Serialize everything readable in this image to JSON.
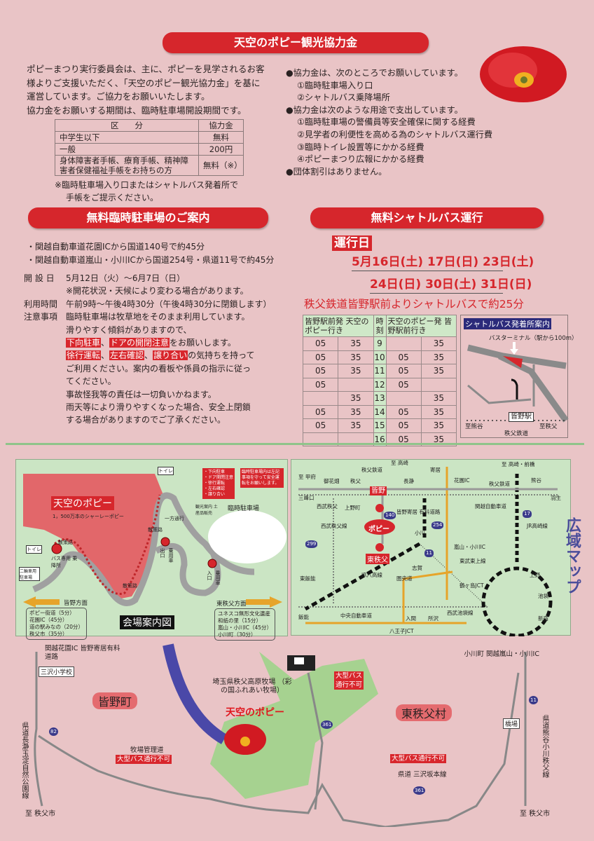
{
  "fee": {
    "title": "天空のポピー観光協力金",
    "intro": [
      "ポピーまつり実行委員会は、主に、ポピーを見学されるお客",
      "様よりご支援いただく、「天空のポピー観光協力金」を基に",
      "運営しています。ご協力をお願いいたします。",
      "協力金をお願いする期間は、臨時駐車場開設期間です。"
    ],
    "table_headers": [
      "区　　分",
      "協力金"
    ],
    "table_rows": [
      {
        "category": "中学生以下",
        "amount": "無料"
      },
      {
        "category": "一般",
        "amount": "200円"
      },
      {
        "category": "身体障害者手帳、療育手帳、精神障害者保健福祉手帳をお持ちの方",
        "amount": "無料（※）"
      }
    ],
    "note": [
      "※臨時駐車場入り口またはシャトルバス発着所で",
      "手帳をご提示ください。"
    ],
    "bullets": [
      "●協力金は、次のところでお願いしています。",
      "①臨時駐車場入り口",
      "②シャトルバス乗降場所",
      "●協力金は次のような用途で支出しています。",
      "①臨時駐車場の警備員等安全確保に関する経費",
      "②見学者の利便性を高める為のシャトルバス運行費",
      "③臨時トイレ設置等にかかる経費",
      "④ポピーまつり広報にかかる経費",
      "●団体割引はありません。"
    ]
  },
  "parking": {
    "title": "無料臨時駐車場のご案内",
    "routes": [
      "・関越自動車道花園ICから国道140号で約45分",
      "・関越自動車道嵐山・小川ICから国道254号・県道11号で約45分"
    ],
    "open_label": "開 設 日",
    "open_value": "5月12日（火）～6月7日（日）",
    "open_note": "※開花状況・天候により変わる場合があります。",
    "hours_label": "利用時間",
    "hours_value": "午前9時～午後4時30分（午後4時30分に閉鎖します）",
    "notes_label": "注意事項",
    "notes": [
      "臨時駐車場は牧草地をそのまま利用しています。",
      "滑りやすく傾斜がありますので、"
    ],
    "hl1": "下向駐車",
    "hl2": "ドアの開閉注意",
    "tail1": "をお願いします。",
    "hl3": "徐行運転",
    "hl4": "左右確認",
    "hl5": "譲り合い",
    "tail2": "の気持ちを持って",
    "notes2": [
      "ご利用ください。案内の看板や係員の指示に従っ",
      "てください。",
      "事故怪我等の責任は一切負いかねます。",
      "雨天等により滑りやすくなった場合、安全上閉鎖",
      "する場合がありますのでご了承ください。"
    ],
    "sep": "、"
  },
  "shuttle": {
    "title": "無料シャトルバス運行",
    "days_label": "運行日",
    "dates_line1": "5月16日(土)  17日(日)  23日(土)",
    "dates_line2": "24日(日)  30日(土)  31日(日)",
    "caption": "秩父鉄道皆野駅前よりシャトルバスで約25分",
    "header_out": "皆野駅前発 天空のポピー行き",
    "header_hour": "時刻",
    "header_ret": "天空のポピー発 皆野駅前行き",
    "rows": [
      {
        "out1": "05",
        "out2": "35",
        "hour": "9",
        "ret1": "",
        "ret2": "35"
      },
      {
        "out1": "05",
        "out2": "35",
        "hour": "10",
        "ret1": "05",
        "ret2": "35"
      },
      {
        "out1": "05",
        "out2": "35",
        "hour": "11",
        "ret1": "05",
        "ret2": "35"
      },
      {
        "out1": "05",
        "out2": "",
        "hour": "12",
        "ret1": "05",
        "ret2": ""
      },
      {
        "out1": "",
        "out2": "35",
        "hour": "13",
        "ret1": "",
        "ret2": "35"
      },
      {
        "out1": "05",
        "out2": "35",
        "hour": "14",
        "ret1": "05",
        "ret2": "35"
      },
      {
        "out1": "05",
        "out2": "35",
        "hour": "15",
        "ret1": "05",
        "ret2": "35"
      },
      {
        "out1": "",
        "out2": "",
        "hour": "16",
        "ret1": "05",
        "ret2": "35"
      }
    ],
    "map": {
      "title": "シャトルバス発着所案内",
      "terminal": "バスターミナル（駅から100m）",
      "station": "皆野駅",
      "left": "至熊谷",
      "right": "至秩父",
      "railway": "秩父鉄道"
    }
  },
  "venue_map": {
    "title": "会場案内図",
    "poppy": "天空のポピー",
    "poppy_sub": "1，500万本のシャーレーポピー",
    "toilet": "トイレ",
    "path": "散策路",
    "oneway": "一方通行",
    "shop": "観光案内 土産品販売",
    "parking": "臨時駐車場",
    "bus_stop": "バス専用 乗降所",
    "bike": "二輪車用 駐車場",
    "exit": "出口",
    "exit2": "乗用車",
    "entrance": "入口",
    "rules": [
      "・下向駐車",
      "・ドア開閉注意",
      "・徐行運転",
      "・左右確認",
      "・譲り合い"
    ],
    "rules_note": "臨時駐車場内は左記事項を守って安全運転をお願いします。",
    "west": "皆野方面",
    "west_list": [
      "ポピー街道（5分）",
      "花園IC（45分）",
      "道の駅みなの（20分）",
      "秩父市（35分）"
    ],
    "east": "東秩父方面",
    "east_list": [
      "ユネスコ無形文化遺産",
      "和紙の里（15分）",
      "嵐山・小川IC（45分）",
      "小川町（30分）"
    ]
  },
  "wide_map": {
    "title": "広域マップ",
    "minano": "皆野",
    "higashichichibu": "東秩父",
    "poppy": "ポピー",
    "labels": [
      "至 甲府",
      "御花畑",
      "秩父",
      "秩父鉄道",
      "長瀞",
      "至 高崎",
      "寄居",
      "花園IC",
      "至 高崎・前橋",
      "熊谷",
      "三峰口",
      "西武秩父",
      "上野町",
      "皆野寄居 有料道路",
      "関越自動車道",
      "秩父鉄道",
      "羽生",
      "西武秩父線",
      "小川",
      "嵐山・小川IC",
      "JR高崎線",
      "JR八高線",
      "東武東上線",
      "志賀",
      "東飯能",
      "圏央道",
      "鶴ヶ島JCT",
      "上野",
      "飯能",
      "入間",
      "所沢",
      "西武池袋線",
      "池袋",
      "中央自動車道",
      "新宿",
      "八王子JCT"
    ],
    "routes": [
      "140",
      "299",
      "11",
      "254",
      "17"
    ]
  },
  "area_map": {
    "north_left": "関越花園IC 皆野寄居有料道路",
    "school": "三沢小学校",
    "town_left": "皆野町",
    "town_right": "東秩父村",
    "ranch": "埼玉県秩父高原牧場 （彩の国ふれあい牧場）",
    "poppy": "天空のポピー",
    "no_bus": "大型バス 通行不可",
    "ranch_road": "牧場管理道",
    "no_bus2": "大型バス通行不可",
    "no_bus3": "大型バス通行不可",
    "pref_road": "県道 三沢坂本線",
    "north_right": "小川町 関越嵐山・小川IC",
    "hashiba": "橋場",
    "left_road": "県道長瀞玉淀自然公園線",
    "right_road": "県道熊谷小川秩父線",
    "south_left": "至 秩父市",
    "south_right": "至 秩父市",
    "routes": [
      "82",
      "361",
      "361",
      "11"
    ]
  },
  "colors": {
    "accent": "#d6262c",
    "background": "#e9c4c6",
    "map_green": "#cbe5c4"
  }
}
